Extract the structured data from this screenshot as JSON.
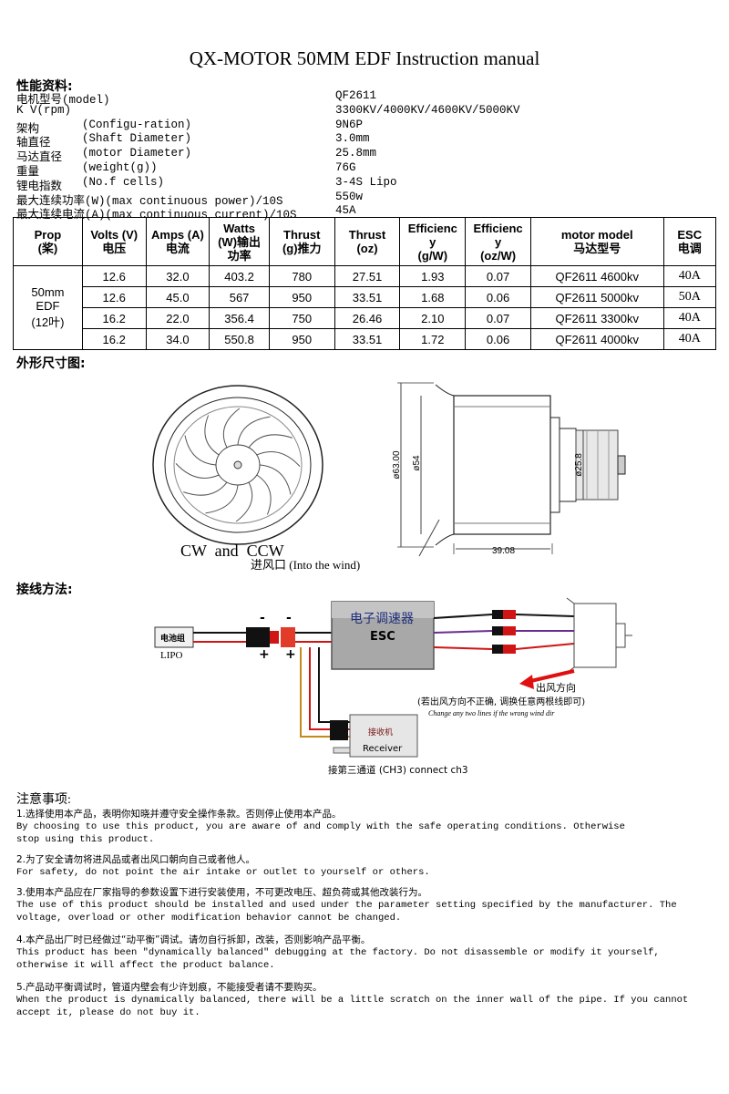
{
  "title": "QX-MOTOR 50MM EDF Instruction manual",
  "perf_heading": "性能资料:",
  "specs": [
    {
      "cn": "电机型号(model)",
      "en": "",
      "value": "QF2611"
    },
    {
      "cn": "K V(rpm)",
      "en": "",
      "value": "3300KV/4000KV/4600KV/5000KV"
    },
    {
      "cn": "架构",
      "en": "(Configu-ration)",
      "value": "9N6P"
    },
    {
      "cn": "轴直径",
      "en": "(Shaft Diameter)",
      "value": "3.0mm"
    },
    {
      "cn": "马达直径",
      "en": "(motor Diameter)",
      "value": "25.8mm"
    },
    {
      "cn": "重量",
      "en": "(weight(g))",
      "value": "76G"
    },
    {
      "cn": "锂电指数",
      "en": "(No.f cells)",
      "value": "3-4S Lipo"
    },
    {
      "cn": "最大连续功率(W)(max continuous power)/10S",
      "en": "",
      "value": "550w"
    },
    {
      "cn": "最大连续电流(A)(max continuous current)/10S",
      "en": "",
      "value": "45A"
    }
  ],
  "table": {
    "headers": [
      {
        "l1": "Prop",
        "l2": "(桨)"
      },
      {
        "l1": "Volts (V)",
        "l2": "电压"
      },
      {
        "l1": "Amps (A)",
        "l2": "电流"
      },
      {
        "l1": "Watts",
        "l2": "(W)输出",
        "l3": "功率"
      },
      {
        "l1": "Thrust",
        "l2": "(g)推力"
      },
      {
        "l1": "Thrust",
        "l2": "(oz)"
      },
      {
        "l1": "Efficienc",
        "l2": "y",
        "l3": "(g/W)"
      },
      {
        "l1": "Efficienc",
        "l2": "y",
        "l3": "(oz/W)"
      },
      {
        "l1": "motor model",
        "l2": "马达型号"
      },
      {
        "l1": "ESC",
        "l2": "电调"
      }
    ],
    "prop": {
      "l1": "50mm",
      "l2": "EDF",
      "l3": "(12叶)"
    },
    "rows": [
      {
        "volts": "12.6",
        "amps": "32.0",
        "watts": "403.2",
        "thrust_g": "780",
        "thrust_oz": "27.51",
        "eff_gw": "1.93",
        "eff_ozw": "0.07",
        "model": "QF2611  4600kv",
        "esc": "40A"
      },
      {
        "volts": "12.6",
        "amps": "45.0",
        "watts": "567",
        "thrust_g": "950",
        "thrust_oz": "33.51",
        "eff_gw": "1.68",
        "eff_ozw": "0.06",
        "model": "QF2611  5000kv",
        "esc": "50A"
      },
      {
        "volts": "16.2",
        "amps": "22.0",
        "watts": "356.4",
        "thrust_g": "750",
        "thrust_oz": "26.46",
        "eff_gw": "2.10",
        "eff_ozw": "0.07",
        "model": "QF2611  3300kv",
        "esc": "40A"
      },
      {
        "volts": "16.2",
        "amps": "34.0",
        "watts": "550.8",
        "thrust_g": "950",
        "thrust_oz": "33.51",
        "eff_gw": "1.72",
        "eff_ozw": "0.06",
        "model": "QF2611  4000kv",
        "esc": "40A"
      }
    ]
  },
  "dimension_heading": "外形尺寸图:",
  "diagram": {
    "rotation": "CW  and  CCW",
    "intake": "进风口 (Into the wind)",
    "dim_outer": "ø63.00",
    "dim_inner": "ø54",
    "dim_motor": "ø25.8",
    "dim_length": "39.08"
  },
  "wiring_heading": "接线方法:",
  "wiring": {
    "battery": "电池组",
    "lipo": "LIPO",
    "minus": "-",
    "plus": "+",
    "esc_cn": "电子调速器",
    "esc_en": "ESC",
    "airflow": "出风方向",
    "airflow_note_cn": "(若出风方向不正确, 调换任意两根线即可)",
    "airflow_note_en": "Change any two lines if the wrong wind dir",
    "receiver_cn": "接收机",
    "receiver_en": "Receiver",
    "channel": "接第三通道 (CH3) connect ch3"
  },
  "notes_heading": "注意事项:",
  "notes": [
    {
      "cn": "1.选择使用本产品，表明你知晓并遵守安全操作条款。否则停止使用本产品。",
      "en": "By choosing to use this product, you are aware of and comply with the safe operating conditions. Otherwise\nstop using this product."
    },
    {
      "cn": "2.为了安全请勿将进风品或者出风口朝向自己或者他人。",
      "en": "For safety, do not point the air intake or outlet to yourself or others."
    },
    {
      "cn": "3.使用本产品应在厂家指导的参数设置下进行安装使用，不可更改电压、超负荷或其他改装行为。",
      "en": "The use of this product should be installed and used under the parameter setting specified by the manufacturer. The\nvoltage, overload or other modification behavior cannot be changed."
    },
    {
      "cn": "4.本产品出厂时已经做过“动平衡”调试。请勿自行拆卸，改装，否则影响产品平衡。",
      "en": "This product has been \"dynamically balanced\" debugging at the factory. Do not disassemble or modify it yourself,\notherwise it will affect the product balance."
    },
    {
      "cn": "5.产品动平衡调试时，管道内壁会有少许划痕，不能接受者请不要购买。",
      "en": "When the product is dynamically balanced, there will be a little scratch on the inner wall of the pipe. If you cannot\naccept it, please do not buy it."
    }
  ],
  "colors": {
    "wire_red": "#d11414",
    "wire_black": "#111111",
    "wire_purple": "#6a2c91",
    "esc_gray": "#9b9b9b",
    "arrow_red": "#e01010"
  }
}
